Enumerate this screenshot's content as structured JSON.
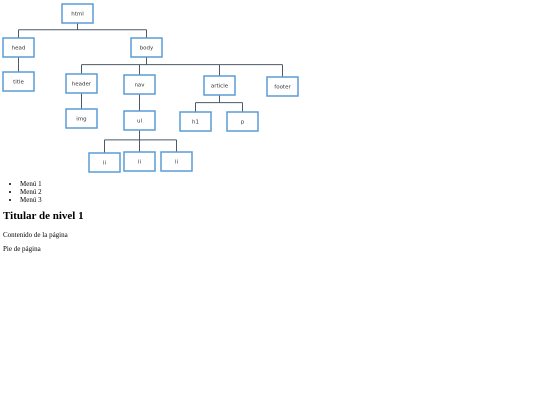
{
  "diagram": {
    "nodes": [
      {
        "id": "html",
        "label": "html"
      },
      {
        "id": "head",
        "label": "head"
      },
      {
        "id": "body",
        "label": "body"
      },
      {
        "id": "title",
        "label": "title"
      },
      {
        "id": "header",
        "label": "header"
      },
      {
        "id": "nav",
        "label": "nav"
      },
      {
        "id": "article",
        "label": "article"
      },
      {
        "id": "footer",
        "label": "footer"
      },
      {
        "id": "img",
        "label": "img"
      },
      {
        "id": "ul",
        "label": "ul"
      },
      {
        "id": "h1",
        "label": "h1"
      },
      {
        "id": "p",
        "label": "p"
      },
      {
        "id": "li1",
        "label": "li"
      },
      {
        "id": "li2",
        "label": "li"
      },
      {
        "id": "li3",
        "label": "li"
      }
    ],
    "edges": [
      {
        "from": "html",
        "to": "head"
      },
      {
        "from": "html",
        "to": "body"
      },
      {
        "from": "head",
        "to": "title"
      },
      {
        "from": "body",
        "to": "header"
      },
      {
        "from": "body",
        "to": "nav"
      },
      {
        "from": "body",
        "to": "article"
      },
      {
        "from": "body",
        "to": "footer"
      },
      {
        "from": "header",
        "to": "img"
      },
      {
        "from": "nav",
        "to": "ul"
      },
      {
        "from": "article",
        "to": "h1"
      },
      {
        "from": "article",
        "to": "p"
      },
      {
        "from": "ul",
        "to": "li1"
      },
      {
        "from": "ul",
        "to": "li2"
      },
      {
        "from": "ul",
        "to": "li3"
      }
    ]
  },
  "menu": {
    "items": [
      "Menú 1",
      "Menú 2",
      "Menú 3"
    ]
  },
  "heading": "Titular de nivel 1",
  "content": "Contenido de la página",
  "footer": "Pie de página"
}
